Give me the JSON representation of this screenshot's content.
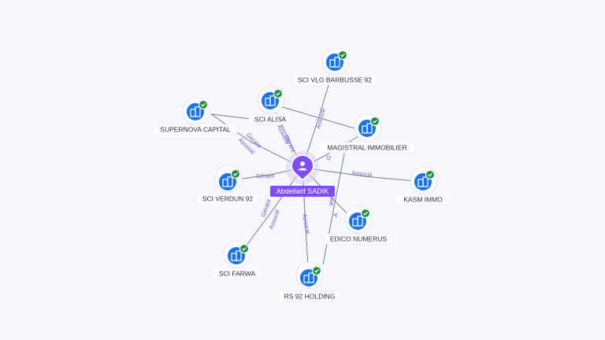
{
  "center": {
    "name": "Abdellatif SADIK",
    "icon": "person-icon",
    "color": "#7c4dff"
  },
  "nodes": [
    {
      "id": "sci-vlg-barbusse-92",
      "label": "SCI VLG BARBUSSE 92",
      "icon": "company-building-icon",
      "verified": true
    },
    {
      "id": "sci-alisa",
      "label": "SCI ALISA",
      "icon": "company-building-icon",
      "verified": true
    },
    {
      "id": "supernova-capital",
      "label": "SUPERNOVA CAPITAL",
      "icon": "company-building-icon",
      "verified": true
    },
    {
      "id": "magistral-immobilier",
      "label": "MAGISTRAL IMMOBILIER",
      "icon": "company-building-icon",
      "verified": true
    },
    {
      "id": "sci-verdun-92",
      "label": "SCI VERDUN 92",
      "icon": "company-building-icon",
      "verified": true
    },
    {
      "id": "kasm-immo",
      "label": "KASM IMMO",
      "icon": "company-building-icon",
      "verified": true
    },
    {
      "id": "edico-numerus",
      "label": "EDICO NUMERUS",
      "icon": "company-building-icon",
      "verified": true
    },
    {
      "id": "sci-farwa",
      "label": "SCI FARWA",
      "icon": "company-building-icon",
      "verified": true
    },
    {
      "id": "rs-92-holding",
      "label": "RS 92 HOLDING",
      "icon": "company-building-icon",
      "verified": true
    }
  ],
  "edges": [
    {
      "to": "sci-vlg-barbusse-92",
      "labels": [
        "Associé"
      ]
    },
    {
      "to": "sci-alisa",
      "labels": [
        "Gérant",
        "Associé"
      ]
    },
    {
      "to": "supernova-capital",
      "labels": [
        "Gérant",
        "Associé"
      ]
    },
    {
      "to": "magistral-immobilier",
      "labels": [
        "G"
      ]
    },
    {
      "to": "sci-verdun-92",
      "labels": [
        "Gérant"
      ]
    },
    {
      "to": "kasm-immo",
      "labels": [
        "Associé"
      ]
    },
    {
      "to": "edico-numerus",
      "labels": [
        "A",
        "ant"
      ]
    },
    {
      "to": "sci-farwa",
      "labels": [
        "Gérant",
        "Associé"
      ]
    },
    {
      "to": "rs-92-holding",
      "labels": [
        "Associé"
      ]
    }
  ],
  "colors": {
    "company": "#1a73e8",
    "verified": "#1e8e3e",
    "edge_label": "#6f57e8",
    "background": "#f7f8fc"
  }
}
